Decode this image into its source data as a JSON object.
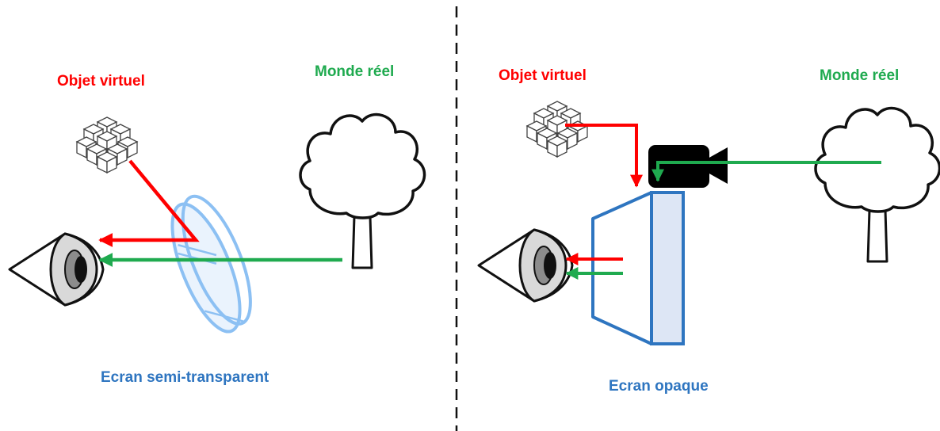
{
  "left": {
    "virtual_label": "Objet virtuel",
    "real_label": "Monde réel",
    "screen_label": "Ecran semi-transparent"
  },
  "right": {
    "virtual_label": "Objet virtuel",
    "real_label": "Monde réel",
    "screen_label": "Ecran opaque"
  },
  "colors": {
    "virtual": "#ff0000",
    "real": "#1faa4f",
    "screen": "#2e75c0"
  },
  "icons": [
    "eye-icon",
    "cube-cluster-icon",
    "tree-icon",
    "lens-icon",
    "video-camera-icon",
    "opaque-screen-icon"
  ]
}
